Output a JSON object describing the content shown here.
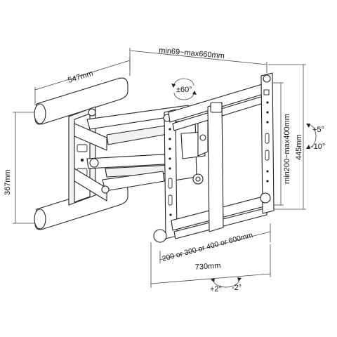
{
  "labels": {
    "arm_extension": "min69~max660mm",
    "wall_plate_width": "547mm",
    "wall_plate_height": "367mm",
    "swivel": "±60°",
    "vesa_vertical": "min200~max400mm",
    "bracket_height": "445mm",
    "tilt_up": "+5°",
    "tilt_down": "-10°",
    "vesa_horizontal": "200 or 300 or 400 or 600mm",
    "bracket_width": "730mm",
    "level_plus": "+2°",
    "level_minus": "-2°"
  },
  "colors": {
    "line": "#222222",
    "fill": "#ffffff",
    "shade": "#f2f2f2"
  }
}
